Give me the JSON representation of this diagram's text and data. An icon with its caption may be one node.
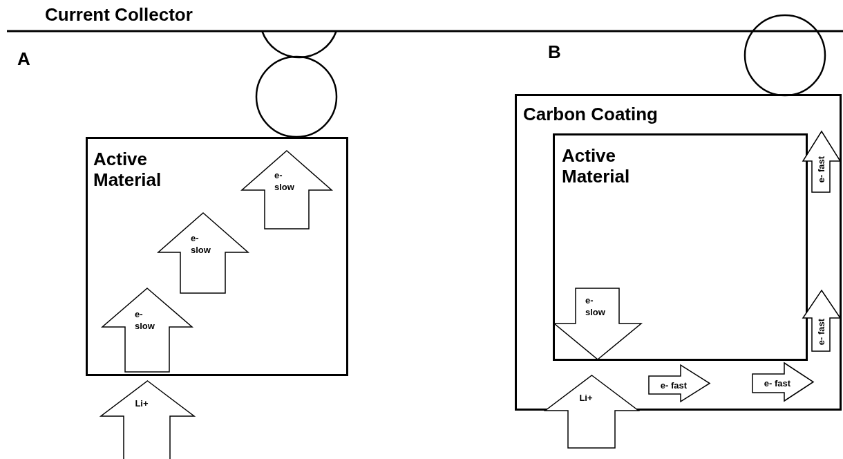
{
  "diagram": {
    "nodes": [
      {
        "text": [
          "Active Material"
        ]
      },
      {
        "text": [
          "e- slow"
        ],
        "in": 0
      },
      {
        "text": [
          "e- slow"
        ],
        "in": 0
      },
      {
        "text": [
          "e- slow"
        ],
        "in": 0
      },
      {
        "text": [
          "Li+"
        ]
      },
      {
        "text": [
          "Carbon Coating"
        ]
      },
      {
        "text": [
          "Active Material"
        ],
        "in": 5
      },
      {
        "text": [
          "e- slow"
        ],
        "in": 6
      },
      {
        "text": [
          "e- fast"
        ],
        "in": 5
      },
      {
        "text": [
          "e- fast"
        ],
        "in": 5
      },
      {
        "text": [
          "e- fast"
        ],
        "in": 5
      },
      {
        "text": [
          "e- fast"
        ],
        "in": 5
      },
      {
        "text": [
          "Li+"
        ]
      },
      {
        "text": [],
        "shape": "circle"
      },
      {
        "text": [],
        "shape": "circle"
      },
      {
        "text": [],
        "shape": "circle"
      }
    ],
    "labels": [
      "Current Collector",
      "A",
      "B"
    ]
  }
}
